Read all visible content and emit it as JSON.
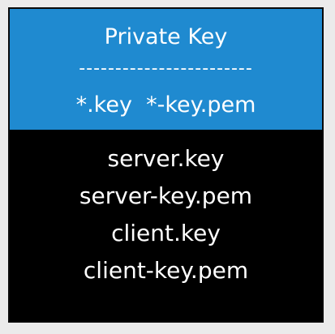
{
  "colors": {
    "header_bg": "#1f8ad0",
    "body_bg": "#000000",
    "text": "#ffffff"
  },
  "header": {
    "title": "Private Key",
    "separator": "------------------------",
    "extensions": "*.key  *-key.pem"
  },
  "files": [
    "server.key",
    "server-key.pem",
    "client.key",
    "client-key.pem"
  ]
}
